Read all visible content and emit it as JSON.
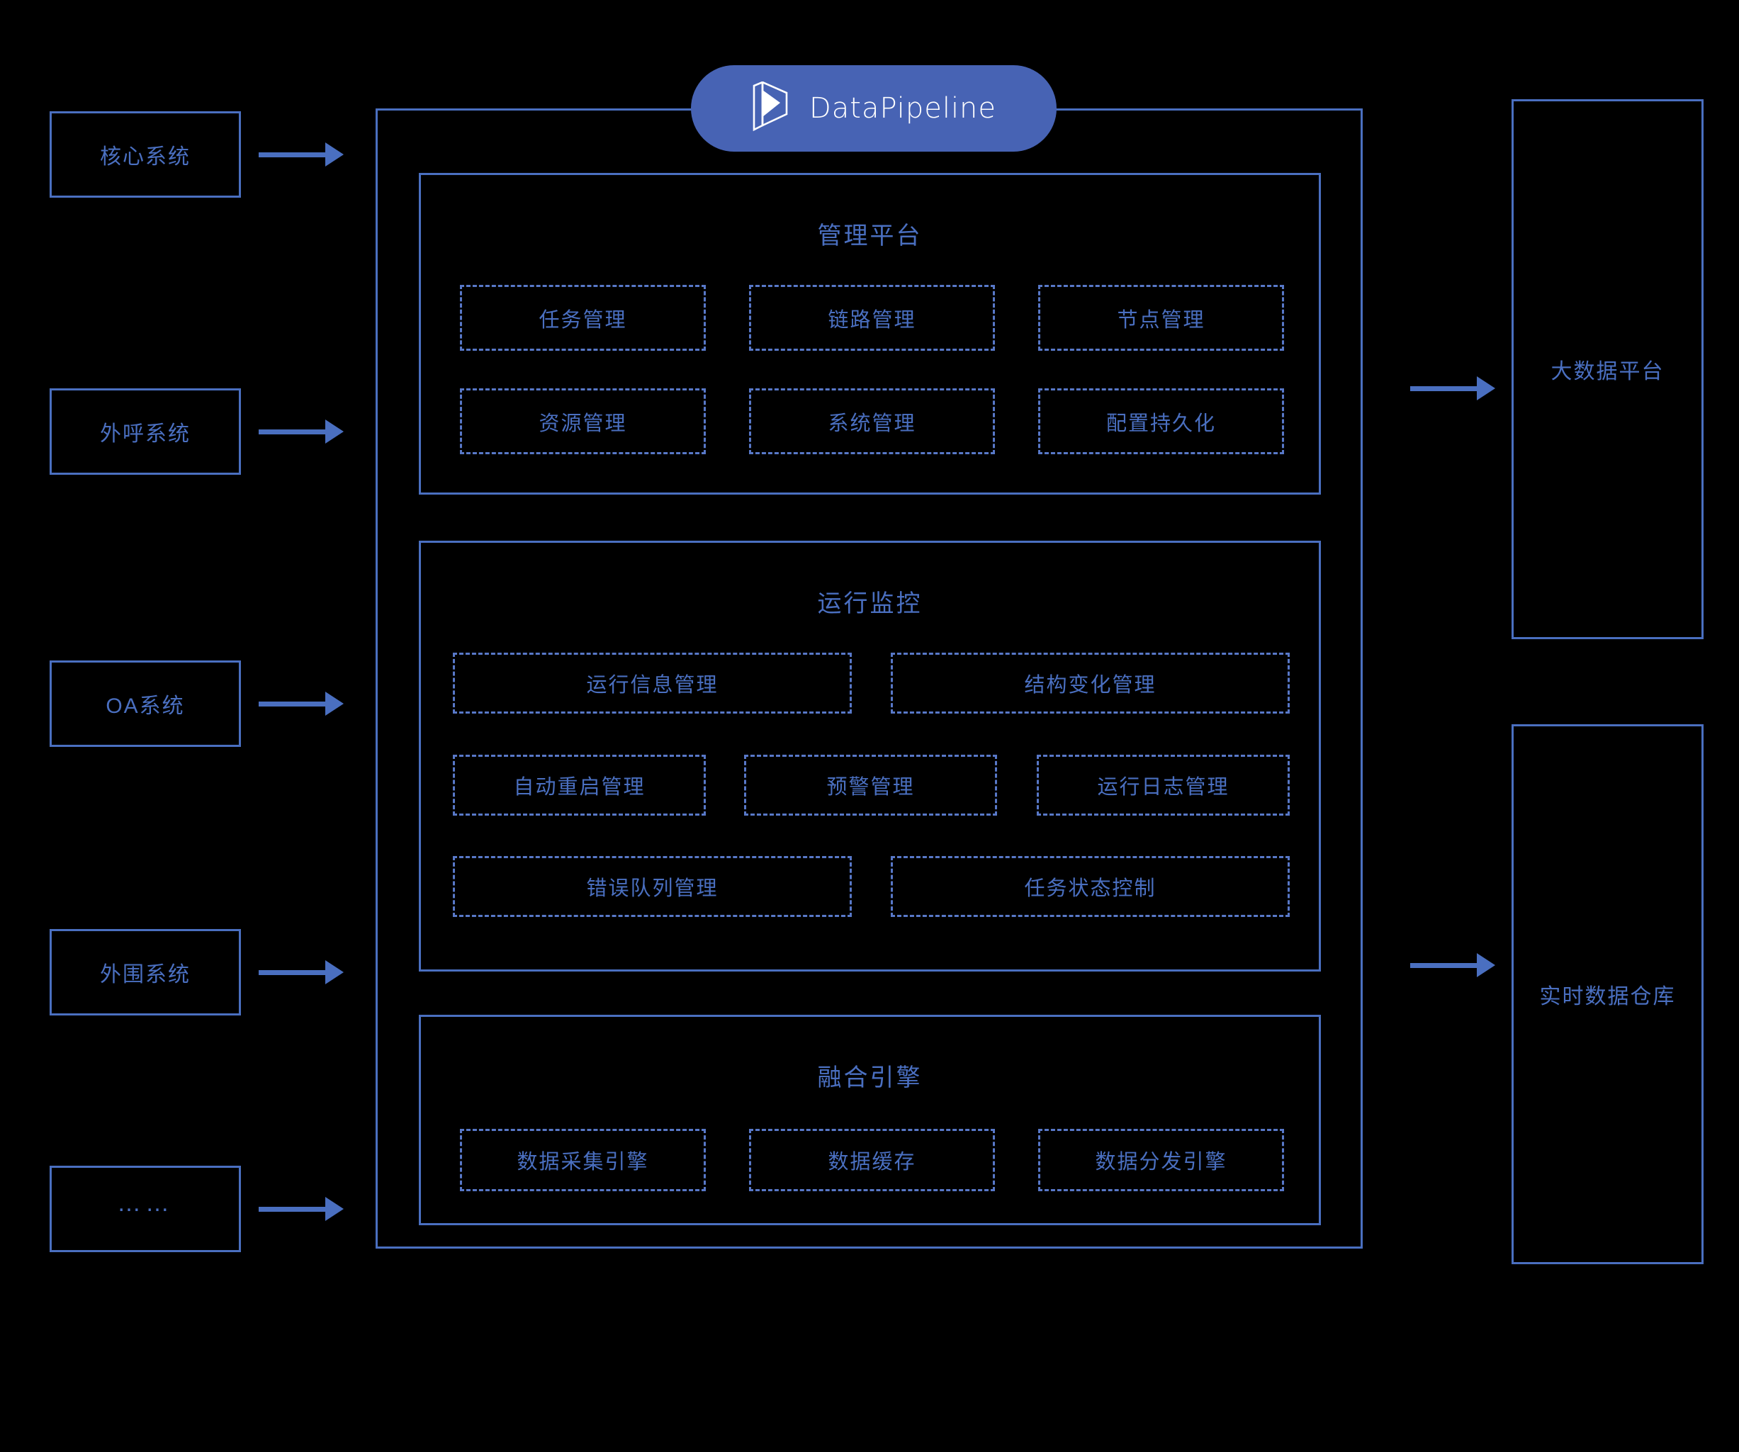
{
  "brand": {
    "name": "DataPipeline",
    "logo_icon": "datapipeline-cube-logo",
    "badge_color": "#4763b4"
  },
  "theme": {
    "background": "#000000",
    "line": "#4a6fc0",
    "dashed_line": "#5878c8",
    "text": "#4a6fc0",
    "badge_text": "#ffffff"
  },
  "sources": [
    {
      "label": "核心系统"
    },
    {
      "label": "外呼系统"
    },
    {
      "label": "OA系统"
    },
    {
      "label": "外围系统"
    },
    {
      "label": "……"
    }
  ],
  "targets": [
    {
      "label": "大数据平台"
    },
    {
      "label": "实时数据仓库"
    }
  ],
  "panels": [
    {
      "title": "管理平台",
      "rows": [
        [
          "任务管理",
          "链路管理",
          "节点管理"
        ],
        [
          "资源管理",
          "系统管理",
          "配置持久化"
        ]
      ]
    },
    {
      "title": "运行监控",
      "rows": [
        [
          "运行信息管理",
          "结构变化管理"
        ],
        [
          "自动重启管理",
          "预警管理",
          "运行日志管理"
        ],
        [
          "错误队列管理",
          "任务状态控制"
        ]
      ]
    },
    {
      "title": "融合引擎",
      "rows": [
        [
          "数据采集引擎",
          "数据缓存",
          "数据分发引擎"
        ]
      ]
    }
  ]
}
